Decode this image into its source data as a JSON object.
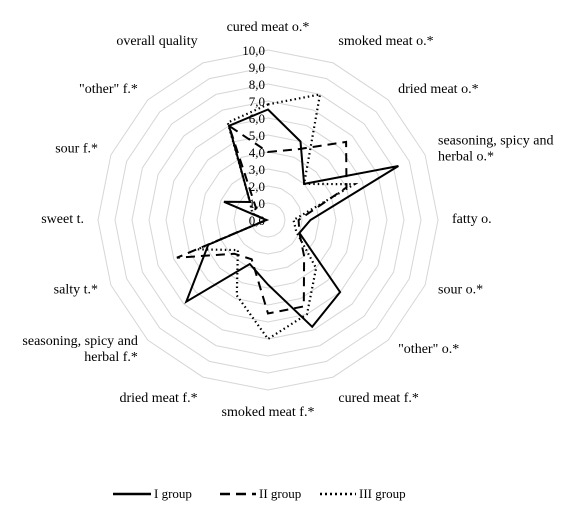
{
  "chart_data": {
    "type": "radar",
    "categories": [
      [
        "cured meat o.*"
      ],
      [
        "smoked meat o.*"
      ],
      [
        "dried meat o.*"
      ],
      [
        "seasoning, spicy and",
        "herbal o.*"
      ],
      [
        "fatty o."
      ],
      [
        "sour o.*"
      ],
      [
        "\"other\" o.*"
      ],
      [
        "cured meat f.*"
      ],
      [
        "smoked meat f.*"
      ],
      [
        "dried meat f.*"
      ],
      [
        "seasoning, spicy and",
        "herbal f.*"
      ],
      [
        "salty t.*"
      ],
      [
        "sweet t."
      ],
      [
        "sour f.*"
      ],
      [
        "\"other\" f.*"
      ],
      [
        "overall quality"
      ]
    ],
    "ticks": [
      "0,0",
      "1,0",
      "2,0",
      "3,0",
      "4,0",
      "5,0",
      "6,0",
      "7,0",
      "8,0",
      "9,0",
      "10,0"
    ],
    "rlim": [
      0,
      10
    ],
    "series": [
      {
        "name": "I group",
        "dash": "solid",
        "values": [
          6.5,
          5.0,
          3.0,
          8.3,
          2.5,
          2.0,
          6.0,
          6.8,
          3.8,
          2.8,
          6.8,
          3.8,
          0.1,
          2.8,
          1.5,
          6.0
        ]
      },
      {
        "name": "II group",
        "dash": "dashed",
        "values": [
          4.0,
          4.5,
          6.5,
          5.0,
          1.8,
          2.0,
          3.0,
          5.5,
          5.5,
          2.5,
          2.8,
          5.8,
          0.1,
          1.0,
          1.0,
          6.0
        ]
      },
      {
        "name": "III group",
        "dash": "dotted",
        "values": [
          6.8,
          8.0,
          3.0,
          5.5,
          1.5,
          1.8,
          4.0,
          6.0,
          7.0,
          4.8,
          2.5,
          4.5,
          0.1,
          1.0,
          1.5,
          6.2
        ]
      }
    ],
    "legend_position": "bottom",
    "grid": true
  }
}
